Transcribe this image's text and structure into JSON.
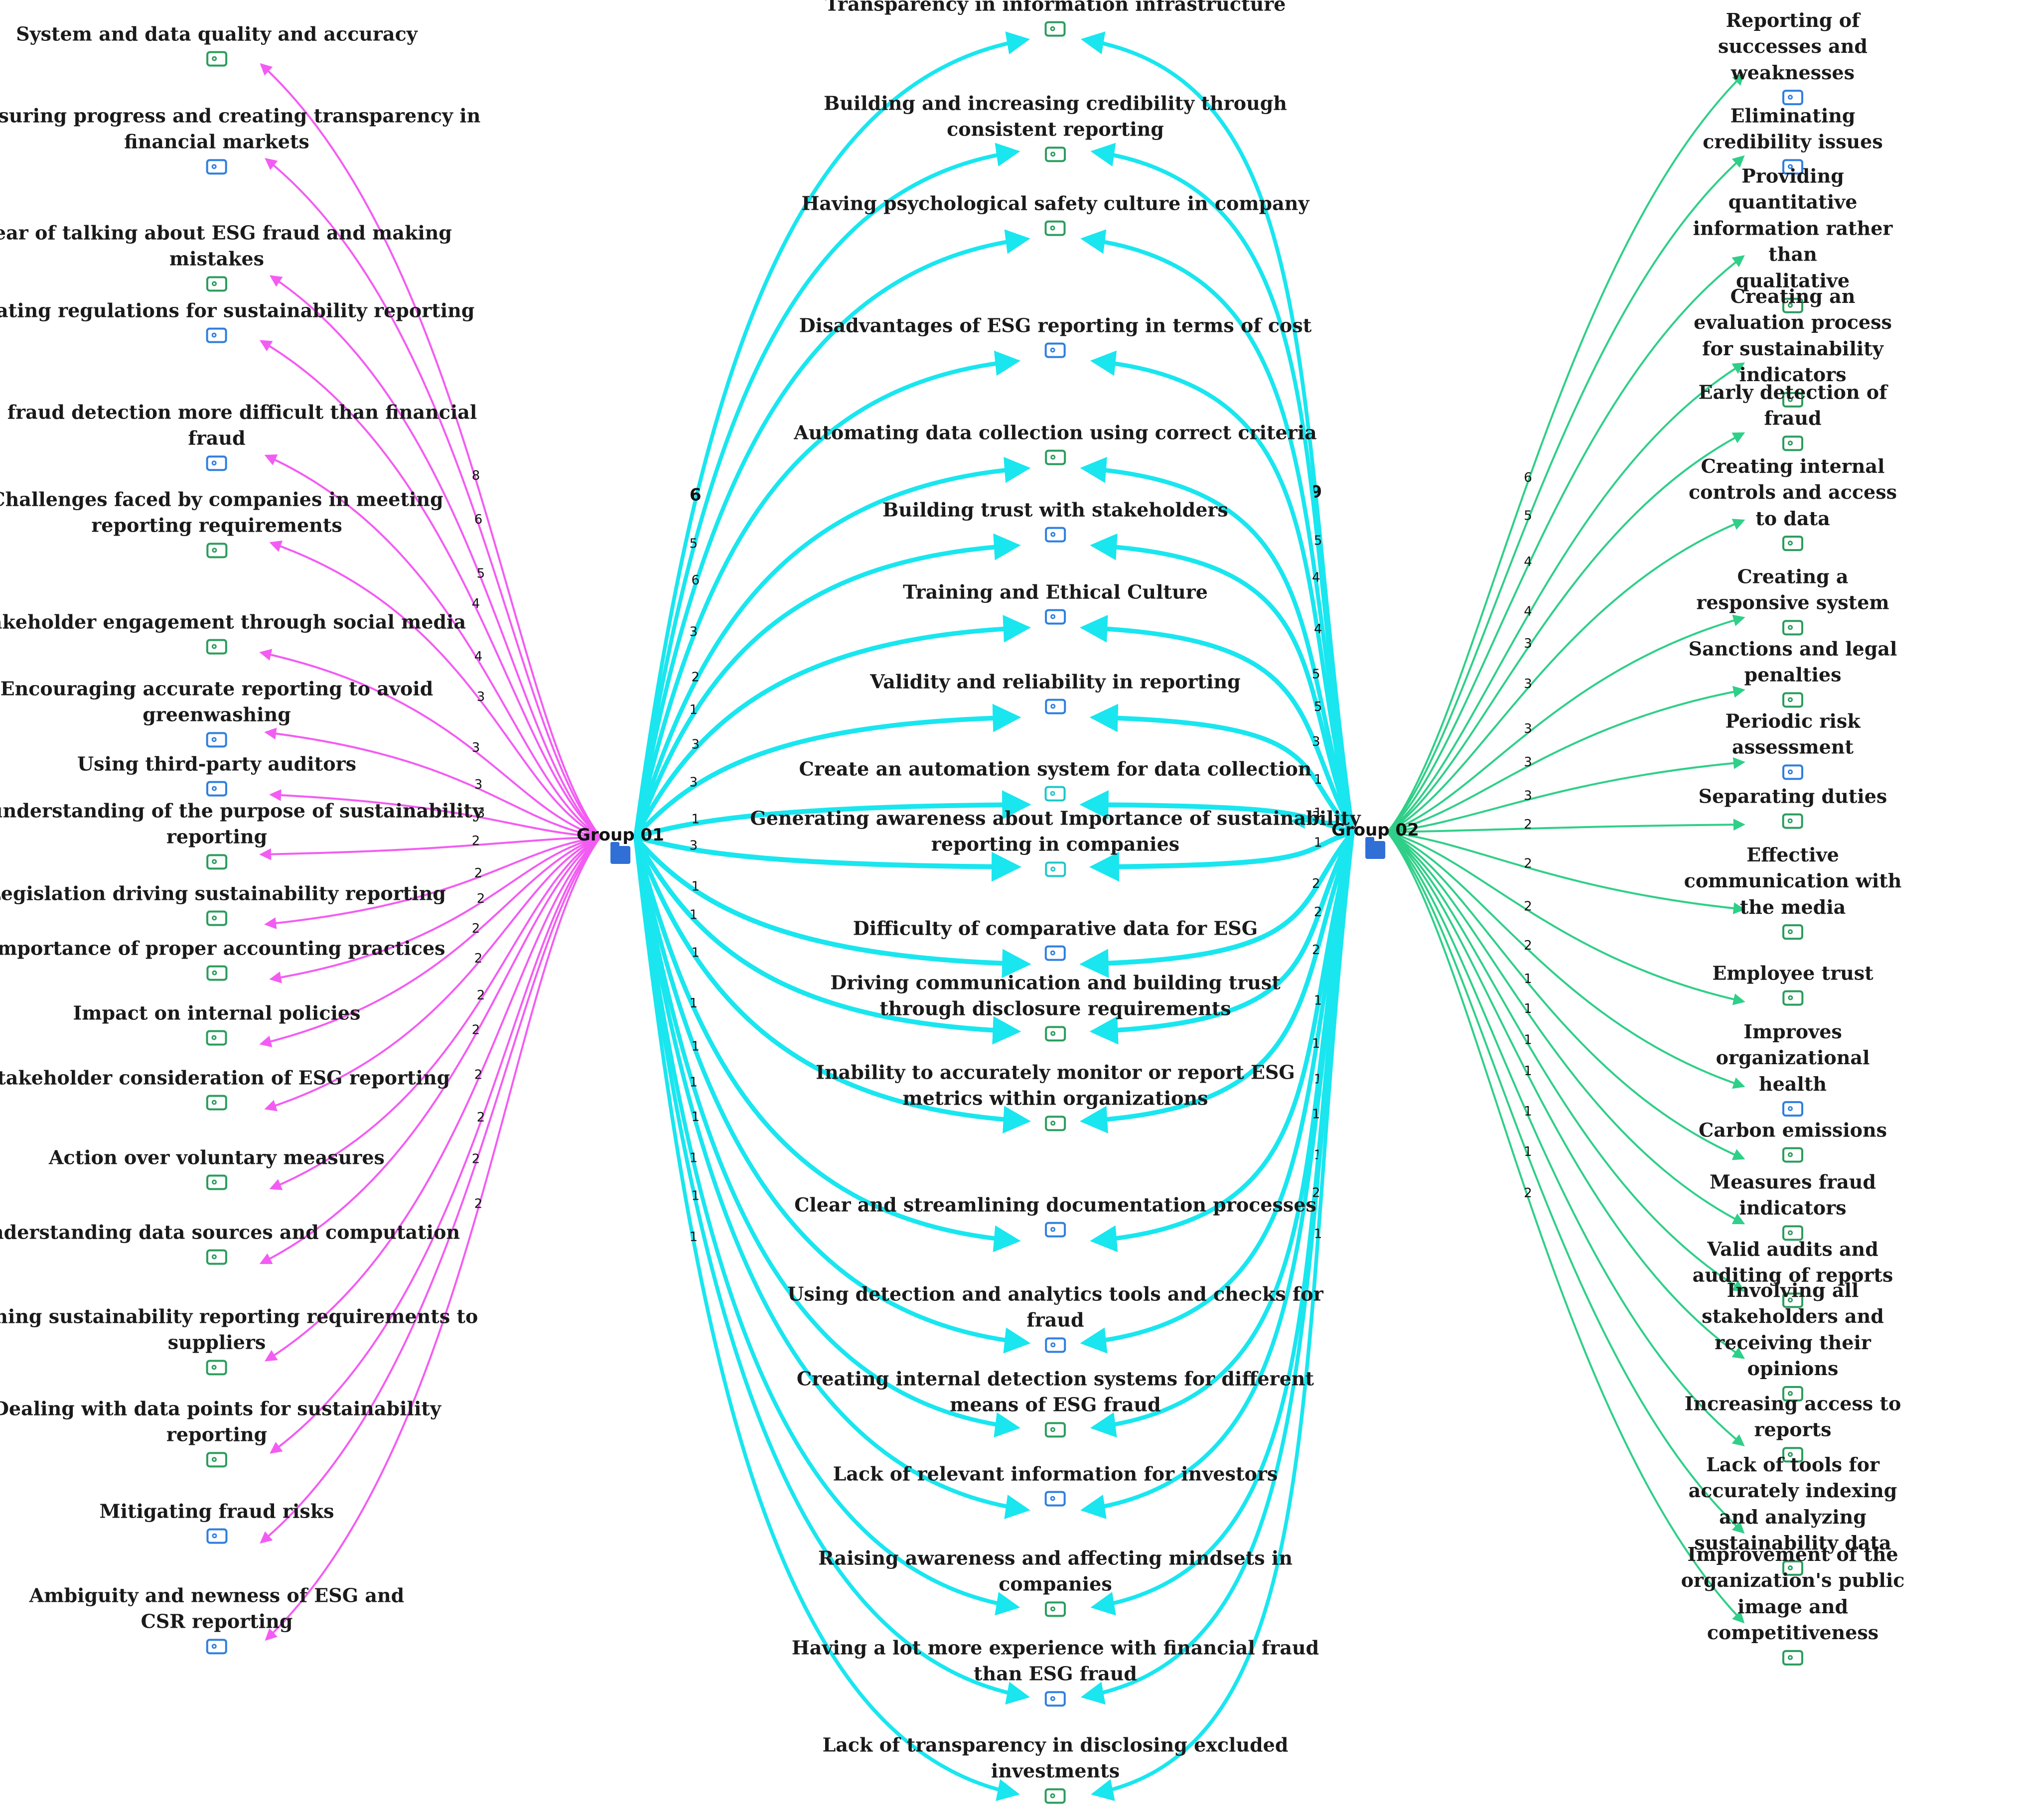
{
  "colors": {
    "group01": "#f35cf3",
    "shared": "#19e6ef",
    "group02": "#2fcf88"
  },
  "groups": {
    "g1": "Group 01",
    "g2": "Group 02"
  },
  "left": [
    {
      "label": "System and data quality and accuracy",
      "w": "8",
      "icon": "green"
    },
    {
      "label": "Measuring progress and creating transparency in\nfinancial markets",
      "w": "6",
      "icon": "blue"
    },
    {
      "label": "Fear of talking about ESG fraud and making\nmistakes",
      "w": "5",
      "icon": "green"
    },
    {
      "label": "Creating regulations for sustainability reporting",
      "w": "4",
      "icon": "blue"
    },
    {
      "label": "ESG fraud detection more difficult than financial\nfraud",
      "w": "4",
      "icon": "blue"
    },
    {
      "label": "Challenges faced by companies in meeting\nreporting requirements",
      "w": "3",
      "icon": "green"
    },
    {
      "label": "Stakeholder engagement through social media",
      "w": "3",
      "icon": "green"
    },
    {
      "label": "Encouraging accurate reporting to avoid\ngreenwashing",
      "w": "3",
      "icon": "blue"
    },
    {
      "label": "Using third-party auditors",
      "w": "3",
      "icon": "blue"
    },
    {
      "label": "Misunderstanding of the purpose of sustainability\nreporting",
      "w": "2",
      "icon": "green"
    },
    {
      "label": "Legislation driving sustainability reporting",
      "w": "2",
      "icon": "green"
    },
    {
      "label": "Importance of proper accounting practices",
      "w": "2",
      "icon": "green"
    },
    {
      "label": "Impact on internal policies",
      "w": "2",
      "icon": "green"
    },
    {
      "label": "Stakeholder consideration of ESG reporting",
      "w": "2",
      "icon": "green"
    },
    {
      "label": "Action over voluntary measures",
      "w": "2",
      "icon": "green"
    },
    {
      "label": "Understanding data sources and computation",
      "w": "2",
      "icon": "green"
    },
    {
      "label": "Pushing sustainability reporting requirements to\nsuppliers",
      "w": "2",
      "icon": "green"
    },
    {
      "label": "Dealing with data points for sustainability\nreporting",
      "w": "2",
      "icon": "green"
    },
    {
      "label": "Mitigating fraud risks",
      "w": "2",
      "icon": "blue"
    },
    {
      "label": "Ambiguity and newness of ESG and\nCSR reporting",
      "w": "2",
      "icon": "blue"
    }
  ],
  "middle": [
    {
      "label": "Transparency in information infrastructure",
      "w1": "6",
      "w2": "9",
      "icon": "green"
    },
    {
      "label": "Building and increasing credibility through\nconsistent reporting",
      "w1": "5",
      "w2": "5",
      "icon": "green"
    },
    {
      "label": "Having psychological safety culture in company",
      "w1": "6",
      "w2": "4",
      "icon": "green"
    },
    {
      "label": "Disadvantages of ESG reporting in terms of cost",
      "w1": "3",
      "w2": "4",
      "icon": "blue"
    },
    {
      "label": "Automating data collection using correct criteria",
      "w1": "2",
      "w2": "5",
      "icon": "green"
    },
    {
      "label": "Building trust with stakeholders",
      "w1": "1",
      "w2": "5",
      "icon": "blue"
    },
    {
      "label": "Training and Ethical Culture",
      "w1": "3",
      "w2": "3",
      "icon": "blue"
    },
    {
      "label": "Validity and reliability in reporting",
      "w1": "3",
      "w2": "1",
      "icon": "blue"
    },
    {
      "label": "Create an automation system for data collection",
      "w1": "1",
      "w2": "3",
      "icon": "cyan"
    },
    {
      "label": "Generating awareness about Importance of sustainability\nreporting in companies",
      "w1": "3",
      "w2": "1",
      "icon": "cyan"
    },
    {
      "label": "Difficulty of comparative data for ESG",
      "w1": "1",
      "w2": "2",
      "icon": "blue"
    },
    {
      "label": "Driving communication and building trust\nthrough disclosure requirements",
      "w1": "1",
      "w2": "2",
      "icon": "green"
    },
    {
      "label": "Inability to accurately monitor or report ESG\nmetrics within organizations",
      "w1": "1",
      "w2": "2",
      "icon": "green"
    },
    {
      "label": "Clear and streamlining documentation processes",
      "w1": "1",
      "w2": "1",
      "icon": "blue"
    },
    {
      "label": "Using detection and analytics tools and checks for\nfraud",
      "w1": "1",
      "w2": "1",
      "icon": "blue"
    },
    {
      "label": "Creating internal detection systems for different\nmeans of ESG fraud",
      "w1": "1",
      "w2": "1",
      "icon": "green"
    },
    {
      "label": "Lack of relevant information for investors",
      "w1": "1",
      "w2": "1",
      "icon": "blue"
    },
    {
      "label": "Raising awareness and affecting mindsets in\ncompanies",
      "w1": "1",
      "w2": "1",
      "icon": "green"
    },
    {
      "label": "Having a lot more experience with financial fraud\nthan ESG fraud",
      "w1": "1",
      "w2": "2",
      "icon": "blue"
    },
    {
      "label": "Lack of transparency in disclosing excluded\ninvestments",
      "w1": "1",
      "w2": "1",
      "icon": "green"
    }
  ],
  "right": [
    {
      "label": "Reporting of successes and weaknesses",
      "w": "6",
      "icon": "blue"
    },
    {
      "label": "Eliminating credibility issues",
      "w": "5",
      "icon": "blue"
    },
    {
      "label": "Providing quantitative information rather than\nqualitative",
      "w": "4",
      "icon": "green"
    },
    {
      "label": "Creating an evaluation process for sustainability\nindicators",
      "w": "4",
      "icon": "green"
    },
    {
      "label": "Early detection of fraud",
      "w": "3",
      "icon": "green"
    },
    {
      "label": "Creating internal controls and access to data",
      "w": "3",
      "icon": "green"
    },
    {
      "label": "Creating a responsive system",
      "w": "3",
      "icon": "green"
    },
    {
      "label": "Sanctions and legal penalties",
      "w": "3",
      "icon": "green"
    },
    {
      "label": "Periodic risk assessment",
      "w": "3",
      "icon": "blue"
    },
    {
      "label": "Separating duties",
      "w": "2",
      "icon": "green"
    },
    {
      "label": "Effective communication with the media",
      "w": "2",
      "icon": "green"
    },
    {
      "label": "Employee trust",
      "w": "2",
      "icon": "green"
    },
    {
      "label": "Improves organizational health",
      "w": "2",
      "icon": "blue"
    },
    {
      "label": "Carbon emissions",
      "w": "1",
      "icon": "green"
    },
    {
      "label": "Measures fraud indicators",
      "w": "1",
      "icon": "green"
    },
    {
      "label": "Valid audits and auditing of reports",
      "w": "1",
      "icon": "green"
    },
    {
      "label": "Involving all stakeholders and receiving their opinions",
      "w": "1",
      "icon": "green"
    },
    {
      "label": "Increasing access to reports",
      "w": "1",
      "icon": "green"
    },
    {
      "label": "Lack of tools for accurately indexing and analyzing\nsustainability data",
      "w": "1",
      "icon": "green"
    },
    {
      "label": "Improvement of the organization's public image and\ncompetitiveness",
      "w": "2",
      "icon": "green"
    }
  ],
  "group_link": "1"
}
